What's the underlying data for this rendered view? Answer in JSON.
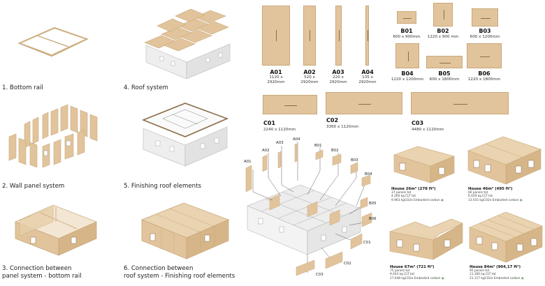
{
  "steps": [
    {
      "label": "1. Bottom rail"
    },
    {
      "label": "2. Wall panel system"
    },
    {
      "label": "3. Connection between",
      "label2": "panel system - bottom rail"
    },
    {
      "label": "4. Roof system"
    },
    {
      "label": "5. Finishing roof elements"
    },
    {
      "label": "6. Connection between",
      "label2": "roof system - Finishing roof elements"
    }
  ],
  "panels_a": [
    {
      "code": "A01",
      "dim1": "1120 x",
      "dim2": "2920mm"
    },
    {
      "code": "A02",
      "dim1": "520 x",
      "dim2": "2920mm"
    },
    {
      "code": "A03",
      "dim1": "220 x",
      "dim2": "2920mm"
    },
    {
      "code": "A04",
      "dim1": "135 x",
      "dim2": "2920mm"
    }
  ],
  "panels_b": [
    {
      "code": "B01",
      "dim": "600 x 900mm"
    },
    {
      "code": "B02",
      "dim": "1220 x 900 mm"
    },
    {
      "code": "B03",
      "dim": "600 x 1200mm"
    },
    {
      "code": "B04",
      "dim": "1220 x 1200mm"
    },
    {
      "code": "B05",
      "dim": "600 x 1800mm"
    },
    {
      "code": "B06",
      "dim": "1220 x 1800mm"
    }
  ],
  "panels_c": [
    {
      "code": "C01",
      "dim": "2240 x 1120mm"
    },
    {
      "code": "C02",
      "dim": "3360 x 1120mm"
    },
    {
      "code": "C03",
      "dim": "4480 x 1120mm"
    }
  ],
  "exploded_labels": [
    "A01",
    "A02",
    "A03",
    "A04",
    "B01",
    "B02",
    "B03",
    "B04",
    "B05",
    "B06",
    "C01",
    "C02",
    "C03"
  ],
  "houses": [
    {
      "title": "House 26m² (278 ft²)",
      "l1": "37 panels tot",
      "l2": "4.260 kg CLT tot",
      "l3": "9.963 kgCO2e Embodied carbon"
    },
    {
      "title": "House 46m² (495 ft²)",
      "l1": "60 panels tot",
      "l2": "6.429 kg CLT tot",
      "l3": "13.015 kgCO2e Embodied carbon"
    },
    {
      "title": "House 67m² (721 ft²)",
      "l1": "75 panels tot",
      "l2": "9.443 kg CLT tot",
      "l3": "17.648 kgCO2e Embodied carbon"
    },
    {
      "title": "House 84m² (904,17 ft²)",
      "l1": "95 panels tot",
      "l2": "11.300 kg CLT tot",
      "l3": "21.117 kgCO2e Embodied carbon"
    }
  ],
  "colors": {
    "wood": "#e2c49c",
    "wood_edge": "#c8a87a",
    "wall": "#f0f0f0",
    "line": "#333333",
    "leaf": "#7bb07a"
  }
}
